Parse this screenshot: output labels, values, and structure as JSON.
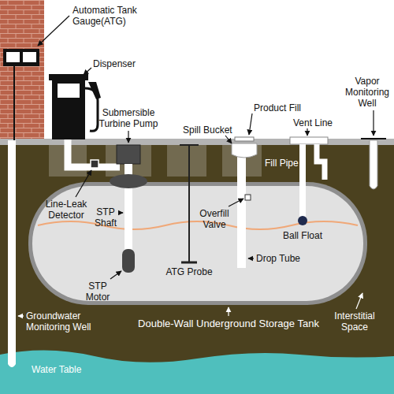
{
  "diagram": {
    "labels": [
      "Automatic Tank Gauge(ATG)",
      "Dispenser",
      "Submersible Turbine Pump",
      "Spill Bucket",
      "Product Fill",
      "Vent Line",
      "Vapor Monitoring Well",
      "Fill Pipe",
      "Line-Leak Detector",
      "STP Shaft",
      "Overfill Valve",
      "Ball Float",
      "STP Motor",
      "ATG Probe",
      "Drop Tube",
      "Interstitial Space",
      "Groundwater Monitoring Well",
      "Double-Wall Underground Storage Tank",
      "Water Table"
    ]
  }
}
